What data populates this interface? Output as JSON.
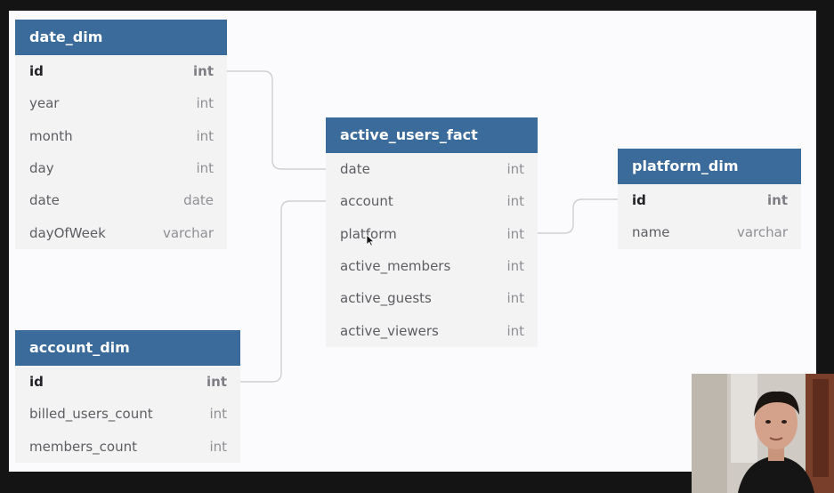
{
  "tables": {
    "date_dim": {
      "title": "date_dim",
      "rows": [
        {
          "name": "id",
          "type": "int"
        },
        {
          "name": "year",
          "type": "int"
        },
        {
          "name": "month",
          "type": "int"
        },
        {
          "name": "day",
          "type": "int"
        },
        {
          "name": "date",
          "type": "date"
        },
        {
          "name": "dayOfWeek",
          "type": "varchar"
        }
      ]
    },
    "active_users_fact": {
      "title": "active_users_fact",
      "rows": [
        {
          "name": "date",
          "type": "int"
        },
        {
          "name": "account",
          "type": "int"
        },
        {
          "name": "platform",
          "type": "int"
        },
        {
          "name": "active_members",
          "type": "int"
        },
        {
          "name": "active_guests",
          "type": "int"
        },
        {
          "name": "active_viewers",
          "type": "int"
        }
      ]
    },
    "platform_dim": {
      "title": "platform_dim",
      "rows": [
        {
          "name": "id",
          "type": "int"
        },
        {
          "name": "name",
          "type": "varchar"
        }
      ]
    },
    "account_dim": {
      "title": "account_dim",
      "rows": [
        {
          "name": "id",
          "type": "int"
        },
        {
          "name": "billed_users_count",
          "type": "int"
        },
        {
          "name": "members_count",
          "type": "int"
        }
      ]
    }
  },
  "colors": {
    "header": "#3a6b9a",
    "canvas": "#fbfafc",
    "connector": "#cfcfd2"
  }
}
